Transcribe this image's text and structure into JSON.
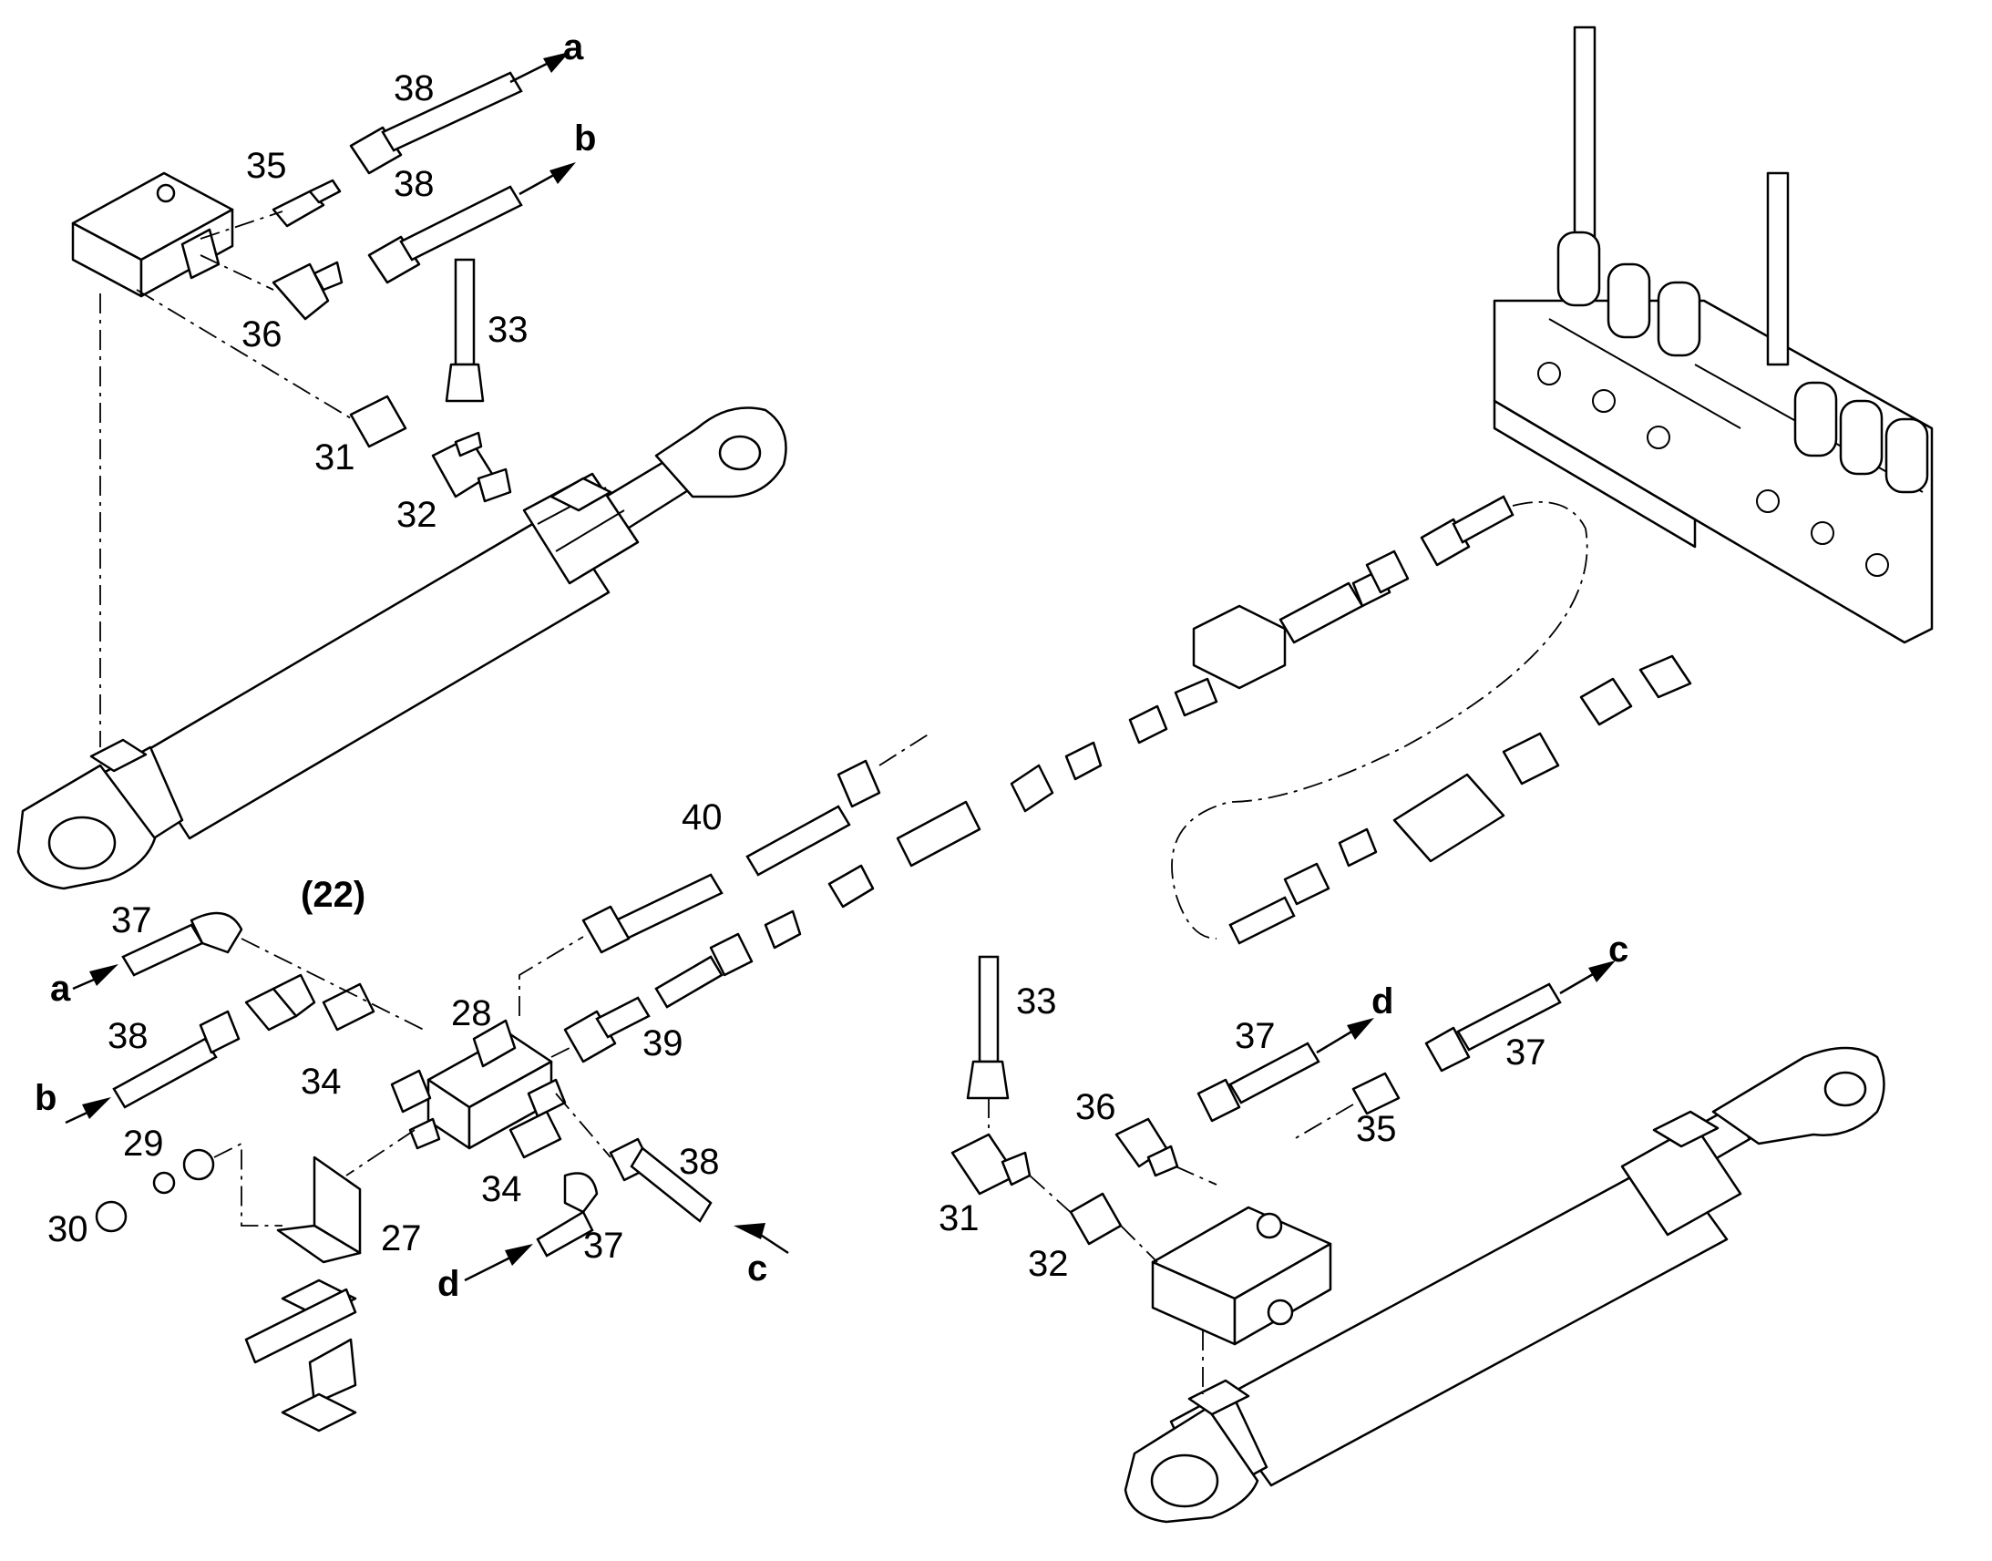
{
  "callouts": [
    {
      "id": "c38a",
      "text": "38"
    },
    {
      "id": "c35a",
      "text": "35"
    },
    {
      "id": "c38b",
      "text": "38"
    },
    {
      "id": "c36a",
      "text": "36"
    },
    {
      "id": "c33a",
      "text": "33"
    },
    {
      "id": "c31a",
      "text": "31"
    },
    {
      "id": "c32a",
      "text": "32"
    },
    {
      "id": "c40",
      "text": "40"
    },
    {
      "id": "c22",
      "text": "(22)"
    },
    {
      "id": "c37a",
      "text": "37"
    },
    {
      "id": "c38c",
      "text": "38"
    },
    {
      "id": "c28",
      "text": "28"
    },
    {
      "id": "c39",
      "text": "39"
    },
    {
      "id": "c34a",
      "text": "34"
    },
    {
      "id": "c29",
      "text": "29"
    },
    {
      "id": "c30",
      "text": "30"
    },
    {
      "id": "c27",
      "text": "27"
    },
    {
      "id": "c34b",
      "text": "34"
    },
    {
      "id": "c37b",
      "text": "37"
    },
    {
      "id": "c38d",
      "text": "38"
    },
    {
      "id": "c33b",
      "text": "33"
    },
    {
      "id": "c31b",
      "text": "31"
    },
    {
      "id": "c32b",
      "text": "32"
    },
    {
      "id": "c36b",
      "text": "36"
    },
    {
      "id": "c37c",
      "text": "37"
    },
    {
      "id": "c35b",
      "text": "35"
    },
    {
      "id": "c37d",
      "text": "37"
    }
  ],
  "connectors": [
    {
      "id": "top-a",
      "letter": "a"
    },
    {
      "id": "top-b",
      "letter": "b"
    },
    {
      "id": "left-a",
      "letter": "a"
    },
    {
      "id": "left-b",
      "letter": "b"
    },
    {
      "id": "mid-c",
      "letter": "c"
    },
    {
      "id": "mid-d",
      "letter": "d"
    },
    {
      "id": "right-d",
      "letter": "d"
    },
    {
      "id": "right-c",
      "letter": "c"
    }
  ]
}
